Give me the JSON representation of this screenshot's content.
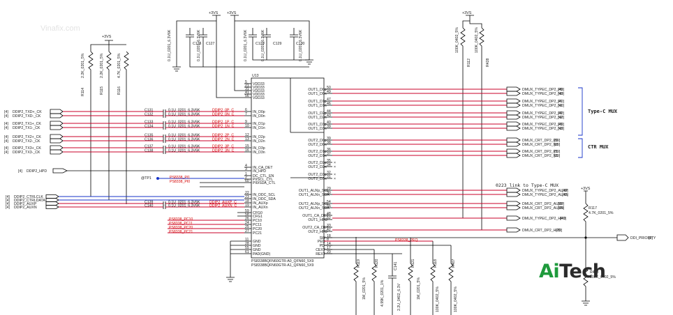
{
  "watermark": "Vinafix.com",
  "logo": {
    "part1": "Ai",
    "part2": "Tech"
  },
  "rails": {
    "pwr": "+3VS"
  },
  "chip": {
    "refdes": "U13",
    "part1": "PS8338BQFN60GTR-A0_QFN60_5X9",
    "part2": "PS8338BQFN60GTR-A1_QFN60_5X9",
    "left_pins": [
      {
        "num": "5",
        "name": "VDD33"
      },
      {
        "num": "21",
        "name": "VDD33"
      },
      {
        "num": "31",
        "name": "VDD33"
      },
      {
        "num": "41",
        "name": "VDD33"
      },
      {
        "num": "56",
        "name": "VDD33"
      },
      {
        "num": "6",
        "name": "IN_D0p"
      },
      {
        "num": "7",
        "name": "IN_D0n"
      },
      {
        "num": "9",
        "name": "IN_D1p"
      },
      {
        "num": "10",
        "name": "IN_D1n"
      },
      {
        "num": "12",
        "name": "IN_D2p"
      },
      {
        "num": "13",
        "name": "IN_D2n"
      },
      {
        "num": "15",
        "name": "IN_D3p"
      },
      {
        "num": "16",
        "name": "IN_D3n"
      },
      {
        "num": "4",
        "name": "IN_CA_DET"
      },
      {
        "num": "3",
        "name": "IN_HPD"
      },
      {
        "num": "1",
        "name": "DC_CTL_EN"
      },
      {
        "num": "2",
        "name": "PI/SCL_CTL"
      },
      {
        "num": "60",
        "name": "PI0/SDA_CTL"
      },
      {
        "num": "22",
        "name": "IN_DDC_SCL"
      },
      {
        "num": "23",
        "name": "IN_DDC_SDA"
      },
      {
        "num": "18",
        "name": "IN_AUXp"
      },
      {
        "num": "19",
        "name": "IN_AUXn"
      },
      {
        "num": "59",
        "name": "CFG0"
      },
      {
        "num": "58",
        "name": "CFG1"
      },
      {
        "num": "26",
        "name": "PC10"
      },
      {
        "num": "24",
        "name": "PC11"
      },
      {
        "num": "25",
        "name": "PC20"
      },
      {
        "num": "27",
        "name": "PC21"
      },
      {
        "num": "11",
        "name": "GND"
      },
      {
        "num": "28",
        "name": "GND"
      },
      {
        "num": "55",
        "name": "GND"
      },
      {
        "num": "61",
        "name": "PAD(GND)"
      }
    ],
    "right_pins": [
      {
        "num": "50",
        "name": "OUT1_D0p"
      },
      {
        "num": "49",
        "name": "OUT1_D0n"
      },
      {
        "num": "47",
        "name": "OUT1_D1p"
      },
      {
        "num": "46",
        "name": "OUT1_D1n"
      },
      {
        "num": "44",
        "name": "OUT1_D2p"
      },
      {
        "num": "43",
        "name": "OUT1_D2n"
      },
      {
        "num": "40",
        "name": "OUT1_D3p"
      },
      {
        "num": "39",
        "name": "OUT1_D3n"
      },
      {
        "num": "39",
        "name": "OUT2_D0p"
      },
      {
        "num": "38",
        "name": "OUT2_D0n"
      },
      {
        "num": "36",
        "name": "OUT2_D1p"
      },
      {
        "num": "37",
        "name": "OUT2_D1n"
      },
      {
        "num": "35",
        "name": "OUT2_D2p"
      },
      {
        "num": "34",
        "name": "OUT2_D2n"
      },
      {
        "num": "32",
        "name": "OUT2_D3p"
      },
      {
        "num": "31",
        "name": "OUT2_D3n"
      },
      {
        "num": "29",
        "name": "OUT1_AUXp_SCL"
      },
      {
        "num": "30",
        "name": "OUT1_AUXn_SDA"
      },
      {
        "num": "54",
        "name": "OUT2_AUXp_SCL"
      },
      {
        "num": "55",
        "name": "OUT2_AUXn_SDA"
      },
      {
        "num": "48",
        "name": "OUT1_CA_DET"
      },
      {
        "num": "52",
        "name": "OUT1_HPD"
      },
      {
        "num": "33",
        "name": "OUT2_CA_DET"
      },
      {
        "num": "42",
        "name": "OUT2_HPD"
      },
      {
        "num": "18",
        "name": "SW"
      },
      {
        "num": "8",
        "name": "PEQ"
      },
      {
        "num": "14",
        "name": "PD"
      },
      {
        "num": "17",
        "name": "CEXT"
      },
      {
        "num": "20",
        "name": "REXT"
      }
    ]
  },
  "left_nets": [
    {
      "tag": "[4]",
      "name": "DDIP2_TXD+_CK"
    },
    {
      "tag": "[4]",
      "name": "DDIP2_TXD-_CK"
    },
    {
      "tag": "[4]",
      "name": "DDIP2_TX1+_CK"
    },
    {
      "tag": "[4]",
      "name": "DDIP2_TX1-_CK"
    },
    {
      "tag": "[4]",
      "name": "DDIP2_TX2+_CK"
    },
    {
      "tag": "[4]",
      "name": "DDIP2_TX2-_CK"
    },
    {
      "tag": "[4]",
      "name": "DDIP2_TX3+_CK"
    },
    {
      "tag": "[4]",
      "name": "DDIP2_TX3-_CK"
    },
    {
      "tag": "[4]",
      "name": "DDIP2_HPD"
    },
    {
      "tag": "[4]",
      "name": "DDIP2_CTRLCLK"
    },
    {
      "tag": "[4]",
      "name": "DDIP2_CTRLDATA"
    },
    {
      "tag": "[4]",
      "name": "DDIP2_AUXP"
    },
    {
      "tag": "[4]",
      "name": "DDIP2_AUXN"
    }
  ],
  "coupling_caps": [
    {
      "ref": "C131",
      "val": "0.1U_0201_6.3V6K",
      "net": "DDIP2_0P_C"
    },
    {
      "ref": "C132",
      "val": "0.1U_0201_6.3V6K",
      "net": "DDIP2_0N_C"
    },
    {
      "ref": "C133",
      "val": "0.1U_0201_6.3V6K",
      "net": "DDIP2_1P_C"
    },
    {
      "ref": "C134",
      "val": "0.1U_0201_6.3V6K",
      "net": "DDIP2_1N_C"
    },
    {
      "ref": "C135",
      "val": "0.1U_0201_6.3V6K",
      "net": "DDIP2_2P_C"
    },
    {
      "ref": "C136",
      "val": "0.1U_0201_6.3V6K",
      "net": "DDIP2_2N_C"
    },
    {
      "ref": "C137",
      "val": "0.1U_0201_6.3V6K",
      "net": "DDIP2_3P_C"
    },
    {
      "ref": "C138",
      "val": "0.1U_0201_6.3V6K",
      "net": "DDIP2_3N_C"
    },
    {
      "ref": "C139",
      "val": "0.1U_0201_6.3V6K",
      "net": "DDIP2_AUXP_C"
    },
    {
      "ref": "C140",
      "val": "0.1U_0201_6.3V6K",
      "net": "DDIP2_AUXN_C"
    }
  ],
  "decoupling_caps": [
    {
      "ref": "C126",
      "val": "0.1U_0201_6.3V6K"
    },
    {
      "ref": "C127",
      "val": "0.1U_0201_6.3V6K"
    },
    {
      "ref": "C128",
      "val": "0.1U_0201_6.3V6K"
    },
    {
      "ref": "C129",
      "val": "0.1U_0201_6.3V6K"
    },
    {
      "ref": "C130",
      "val": "0.1U_0201_6.3V6K"
    }
  ],
  "pullups_left": [
    {
      "ref": "R114",
      "val": "2.2K_0201_5%"
    },
    {
      "ref": "R115",
      "val": "2.2K_0201_5%"
    },
    {
      "ref": "R116",
      "val": "4.7K_0201_5%"
    }
  ],
  "pullups_right": [
    {
      "ref": "R112",
      "val": "100K_0402_5%"
    },
    {
      "ref": "R428",
      "val": "100K_0402_5%"
    }
  ],
  "testpoint": "@TP1",
  "ps_nets": [
    {
      "name": "PS8338_PI1"
    },
    {
      "name": "PS8338_PI0"
    },
    {
      "name": "PS8338_PC10"
    },
    {
      "name": "PS8338_PC11"
    },
    {
      "name": "PS8338_PC20"
    },
    {
      "name": "PS8338_PC21"
    },
    {
      "name": "PS8338_PEQ"
    }
  ],
  "right_nets": [
    {
      "name": "DMUX_TYPEC_DP2_P0",
      "tag": "[40]"
    },
    {
      "name": "DMUX_TYPEC_DP2_N0",
      "tag": "[40]"
    },
    {
      "name": "DMUX_TYPEC_DP2_P1",
      "tag": "[40]"
    },
    {
      "name": "DMUX_TYPEC_DP2_N1",
      "tag": "[40]"
    },
    {
      "name": "DMUX_TYPEC_DP2_P2",
      "tag": "[40]"
    },
    {
      "name": "DMUX_TYPEC_DP2_N2",
      "tag": "[40]"
    },
    {
      "name": "DMUX_TYPEC_DP2_P3",
      "tag": "[40]"
    },
    {
      "name": "DMUX_TYPEC_DP2_N3",
      "tag": "[40]"
    },
    {
      "name": "DMUX_CRT_DP2_P0",
      "tag": "[39]"
    },
    {
      "name": "DMUX_CRT_DP2_N0",
      "tag": "[39]"
    },
    {
      "name": "DMUX_CRT_DP2_P1",
      "tag": "[39]"
    },
    {
      "name": "DMUX_CRT_DP2_N1",
      "tag": "[39]"
    },
    {
      "name": "DMUX_TYPEC_DP2_AUXP",
      "tag": "[40]"
    },
    {
      "name": "DMUX_TYPEC_DP2_AUXN",
      "tag": "[40]"
    },
    {
      "name": "DMUX_CRT_DP2_AUXP",
      "tag": "[39]"
    },
    {
      "name": "DMUX_CRT_DP2_AUXN",
      "tag": "[39]"
    },
    {
      "name": "DMUX_TYPEC_DP2_HPD",
      "tag": "[40]"
    },
    {
      "name": "DMUX_CRT_DP2_HPD",
      "tag": "[39]"
    }
  ],
  "ddi_priority": {
    "name": "DDI_PRIORITY",
    "tag": "[9]"
  },
  "mux_labels": {
    "typec": "Type-C MUX",
    "crt": "CTR MUX"
  },
  "note": "0223 link to Type-C MUX",
  "r117": {
    "ref": "R117",
    "val": "4.7K_0201_5%"
  },
  "r418": {
    "ref": "R418",
    "val": "100K_0402_5%"
  },
  "bottom_parts": [
    {
      "ref": "R119",
      "val": "1M_0201_5%"
    },
    {
      "ref": "R120",
      "val": "4.99K_0201_1%"
    },
    {
      "ref": "C141",
      "val": "2.2U_0402_6.3V"
    },
    {
      "ref": "R121",
      "val": "1M_0201_5%"
    },
    {
      "ref": "R118",
      "val": "100K_0402_5%"
    },
    {
      "ref": "R407",
      "val": "100K_0402_5%"
    }
  ]
}
